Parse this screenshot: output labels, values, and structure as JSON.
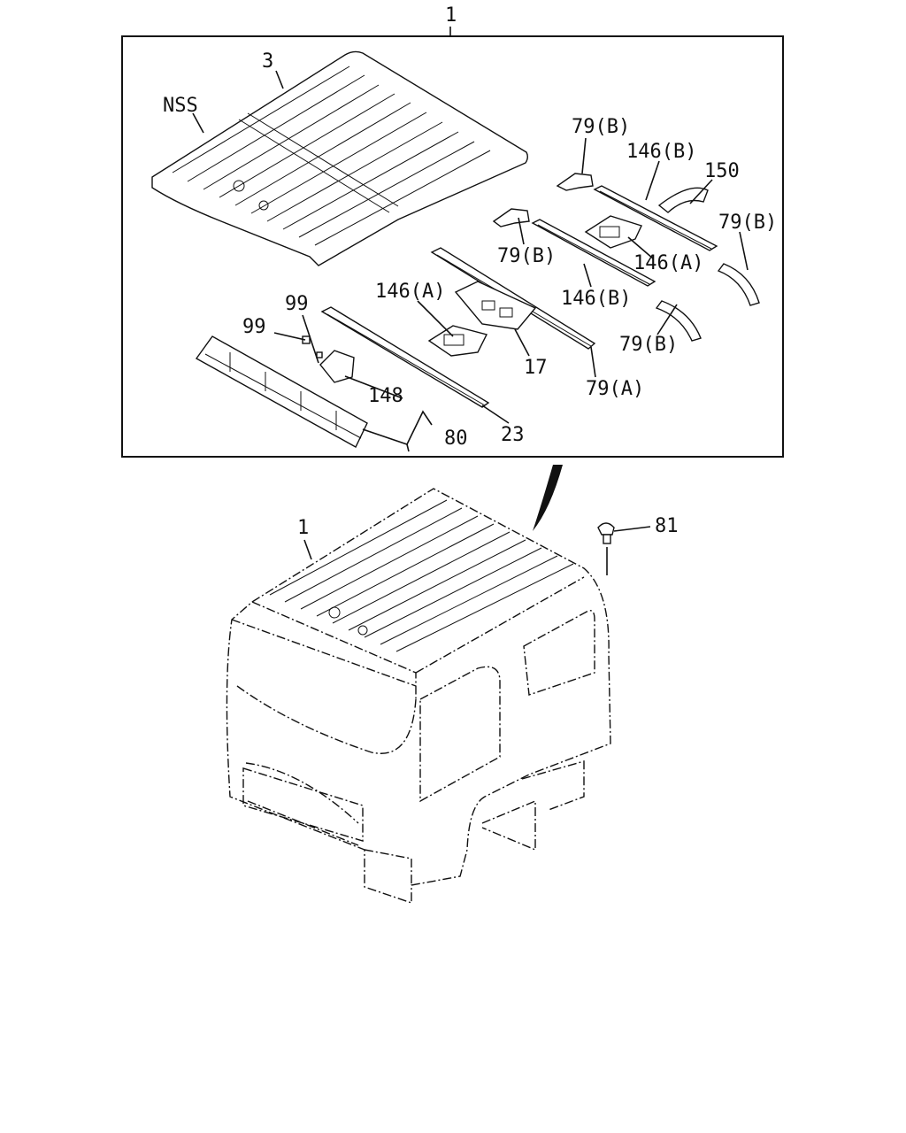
{
  "labels": {
    "assy_top": "1",
    "roof_panel": "3",
    "nss": "NSS",
    "p79b_1": "79(B)",
    "p146b_1": "146(B)",
    "p150": "150",
    "p79b_2": "79(B)",
    "p79b_3": "79(B)",
    "p146a_1": "146(A)",
    "p146b_2": "146(B)",
    "p146a_2": "146(A)",
    "p99_1": "99",
    "p99_2": "99",
    "p17": "17",
    "p79b_4": "79(B)",
    "p148": "148",
    "p79a": "79(A)",
    "p80": "80",
    "p23": "23",
    "assy_cab": "1",
    "p81": "81"
  }
}
